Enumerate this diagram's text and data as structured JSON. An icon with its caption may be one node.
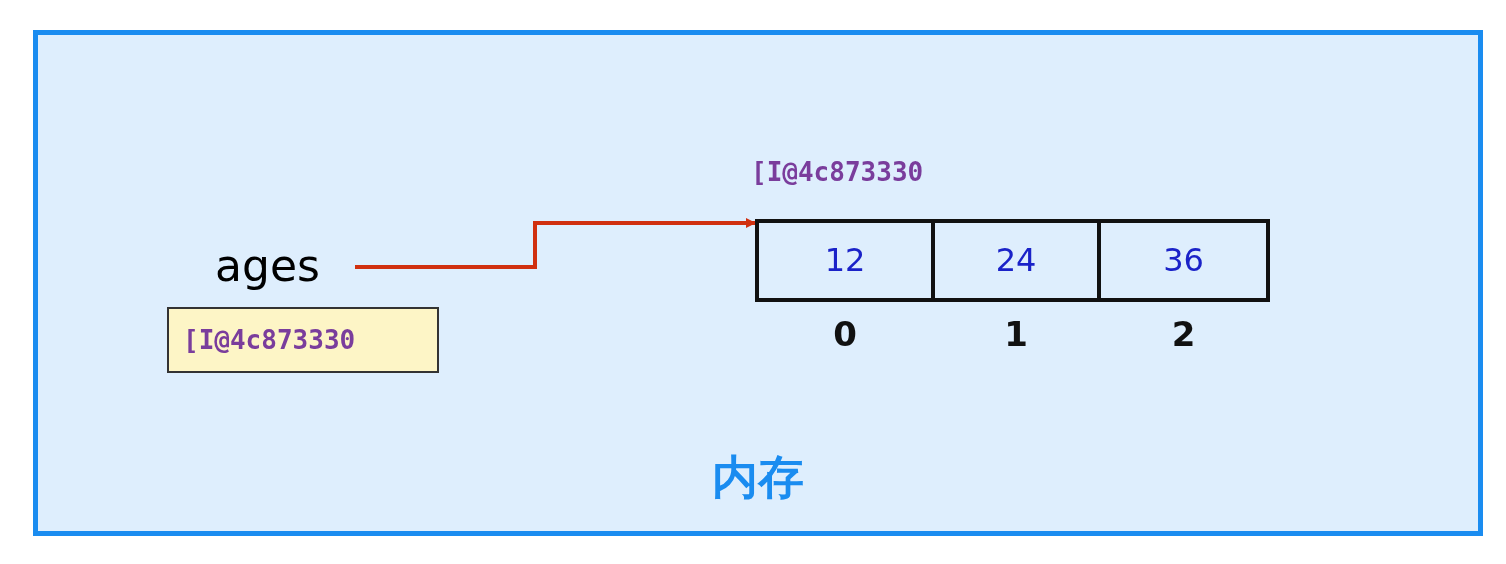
{
  "diagram": {
    "nodes": [
      {
        "text": [
          "内存"
        ]
      },
      {
        "text": [
          "ages"
        ],
        "in": 0
      },
      {
        "text": [
          "[I@4c873330"
        ],
        "in": 0
      },
      {
        "text": [
          "[I@4c873330"
        ],
        "in": 0
      },
      {
        "text": [
          "12"
        ],
        "in": 3,
        "beside": [
          "0"
        ]
      },
      {
        "text": [
          "24"
        ],
        "in": 3,
        "beside": [
          "1"
        ]
      },
      {
        "text": [
          "36"
        ],
        "in": 3,
        "beside": [
          "2"
        ]
      }
    ],
    "edges": [
      {
        "from": 1,
        "to": 3,
        "arrow": "to"
      }
    ]
  }
}
